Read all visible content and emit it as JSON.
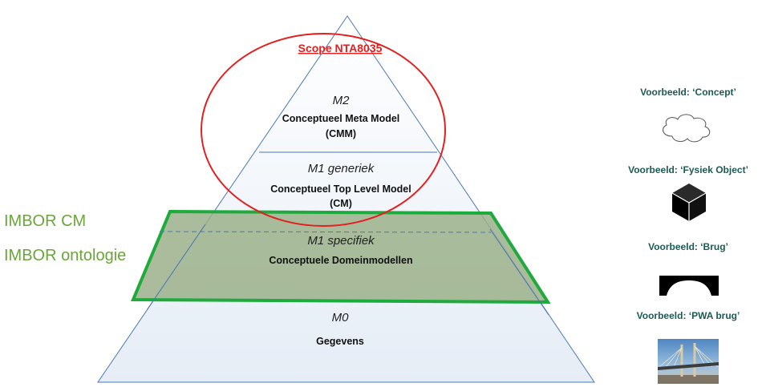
{
  "scope": {
    "label": "Scope NTA8035"
  },
  "levels": {
    "m2": {
      "code": "M2",
      "name_line1": "Conceptueel Meta Model",
      "name_line2": "(CMM)"
    },
    "m1_generic": {
      "code": "M1 generiek",
      "name_line1": "Conceptueel Top Level Model",
      "name_line2": "(CM)"
    },
    "m1_specific": {
      "code": "M1 specifiek",
      "name_line1": "Conceptuele Domeinmodellen"
    },
    "m0": {
      "code": "M0",
      "name_line1": "Gegevens"
    }
  },
  "side_labels": {
    "imbor_cm": "IMBOR CM",
    "imbor_ontology": "IMBOR ontologie"
  },
  "examples": {
    "concept": "Voorbeeld: ‘Concept’",
    "physical_object": "Voorbeeld: ‘Fysiek Object’",
    "bridge": "Voorbeeld: ‘Brug’",
    "pwa_bridge": "Voorbeeld: ‘PWA brug’"
  },
  "icons": {
    "concept": "cloud-icon",
    "physical_object": "cube-icon",
    "bridge": "arch-bridge-icon",
    "pwa_bridge": "cable-stayed-bridge-photo"
  },
  "colors": {
    "scope_ellipse": "#e41f1f",
    "domain_band_fill": "#9bb08a",
    "domain_band_border": "#1eaa3c",
    "side_label": "#6aa53b",
    "example_text": "#1d5a52",
    "triangle_stroke": "#4a78b5"
  }
}
